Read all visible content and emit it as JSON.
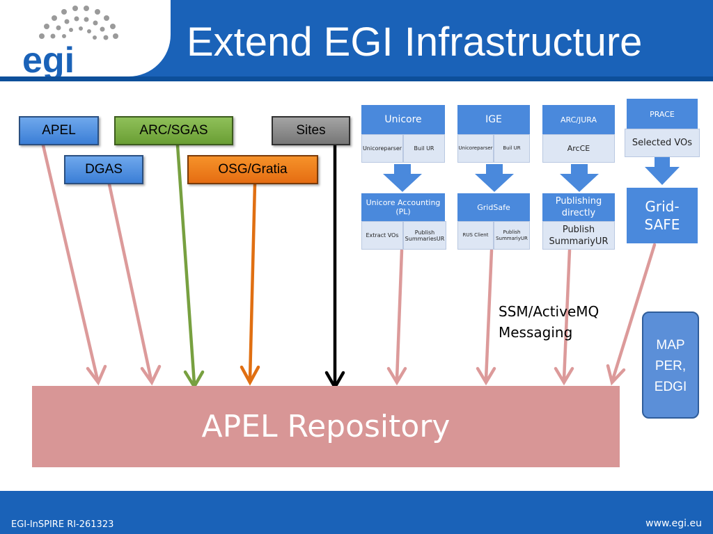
{
  "slide": {
    "title": "Extend EGI Infrastructure",
    "footer_left": "EGI-InSPIRE RI-261323",
    "footer_right": "www.egi.eu",
    "logo_text": "egi"
  },
  "sources": {
    "apel": "APEL",
    "arc_sgas": "ARC/SGAS",
    "sites": "Sites",
    "dgas": "DGAS",
    "osg_gratia": "OSG/Gratia"
  },
  "stacks": {
    "unicore": {
      "head": "Unicore",
      "cells": [
        "Unicoreparser",
        "Buil UR"
      ],
      "lower_head": "Unicore Accounting (PL)",
      "lower_cells": [
        "Extract VOs",
        "Publish SummariesUR"
      ]
    },
    "ige": {
      "head": "IGE",
      "cells": [
        "Unicoreparser",
        "Buil UR"
      ],
      "lower_head": "GridSafe",
      "lower_cells": [
        "RUS Client",
        "Publish SummariyUR"
      ]
    },
    "arc_jura": {
      "head": "ARC/JURA",
      "cell": "ArcCE",
      "lower_head": "Publishing directly",
      "lower_cell": "Publish SummariyUR"
    },
    "prace": {
      "head": "PRACE",
      "cell": "Selected VOs",
      "lower": "Grid-SAFE"
    }
  },
  "messaging_label": [
    "SSM/ActiveMQ",
    "Messaging"
  ],
  "repository": "APEL Repository",
  "mapper": [
    "MAP",
    "PER,",
    "EDGI"
  ],
  "colors": {
    "header": "#1a62b8",
    "repo": "#d89696",
    "arrow_pink": "#dc9a9a",
    "arrow_green": "#77a040",
    "arrow_orange": "#e06f12",
    "arrow_black": "#000000",
    "stack_head": "#4a89dc"
  }
}
